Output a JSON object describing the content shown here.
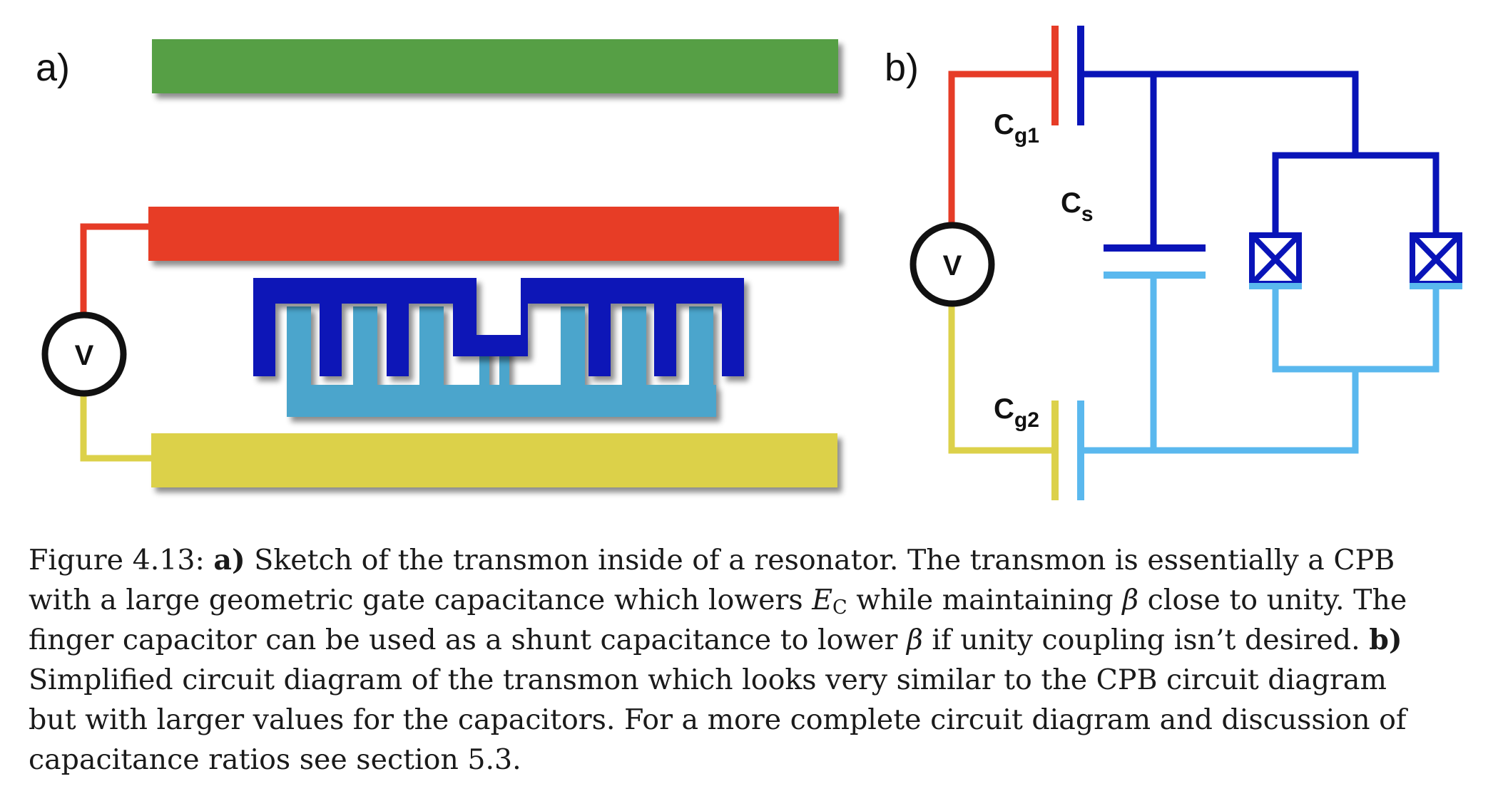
{
  "figure": {
    "panel_a_label": "a)",
    "panel_b_label": "b)",
    "voltage_source_label": "V",
    "capacitor_labels": [
      {
        "main": "C",
        "sub": "g1"
      },
      {
        "main": "C",
        "sub": "s"
      },
      {
        "main": "C",
        "sub": "g2"
      }
    ],
    "colors": {
      "resonator_top": "#569f44",
      "resonator_mid": "#e73c26",
      "resonator_bottom": "#dcd14a",
      "island_dark": "#0814b7",
      "island_light": "#4ba5cc",
      "wire_red": "#e63c27",
      "wire_yellow": "#dcd14a",
      "wire_dark_blue": "#0914b8",
      "wire_light_blue": "#5ab8ee"
    }
  },
  "caption": {
    "number": "Figure 4.13:",
    "part_a": "a)",
    "text_1": "Sketch of the transmon inside of a resonator. The transmon is essentially a CPB",
    "text_2a": "with a large geometric gate capacitance which lowers",
    "e_symbol": "E",
    "e_subscript": "C",
    "text_2b": "while maintaining",
    "beta_1": "β",
    "text_2c": "close to unity. The",
    "text_3a": "finger capacitor can be used as a shunt capacitance to lower",
    "beta_2": "β",
    "text_3b": "if unity coupling isn’t desired.",
    "part_b": "b)",
    "text_4": "Simplified circuit diagram of the transmon which looks very similar to the CPB circuit diagram",
    "text_5": "but with larger values for the capacitors. For a more complete circuit diagram and discussion of",
    "text_6": "capacitance ratios see section 5.3."
  }
}
